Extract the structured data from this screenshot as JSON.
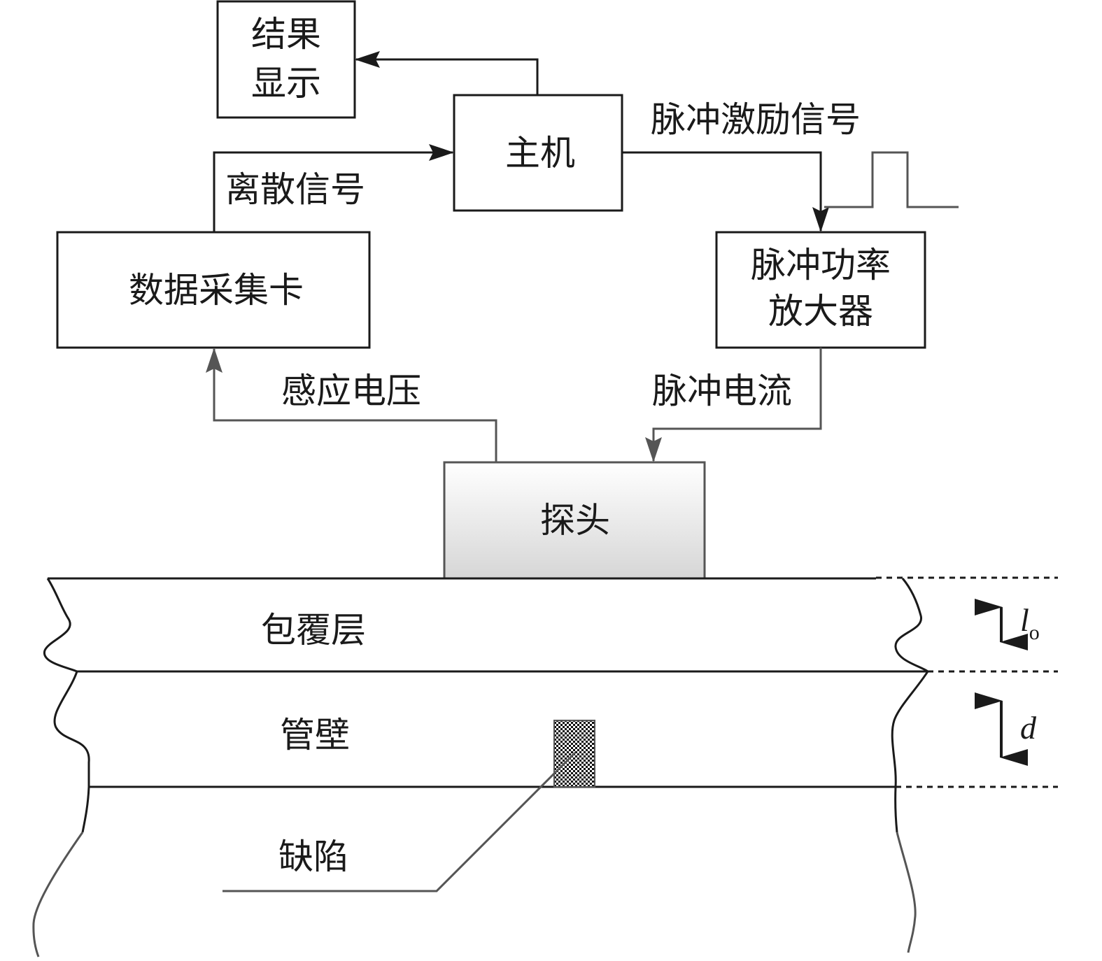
{
  "blocks": {
    "result_display": {
      "line1": "结果",
      "line2": "显示"
    },
    "host": "主机",
    "daq_card": "数据采集卡",
    "pulse_amp": {
      "line1": "脉冲功率",
      "line2": "放大器"
    },
    "probe": "探头"
  },
  "signals": {
    "discrete": "离散信号",
    "pulse_excitation": "脉冲激励信号",
    "induced_voltage": "感应电压",
    "pulse_current": "脉冲电流"
  },
  "layers": {
    "cladding": "包覆层",
    "pipe_wall": "管壁",
    "defect": "缺陷"
  },
  "dimensions": {
    "cladding_thickness": {
      "symbol": "l",
      "subscript": "o"
    },
    "wall_thickness": {
      "symbol": "d"
    }
  },
  "colors": {
    "line": "#1a1a1a",
    "gray_line": "#555555",
    "probe_top": "#ffffff",
    "probe_bottom": "#d4d4d4"
  }
}
